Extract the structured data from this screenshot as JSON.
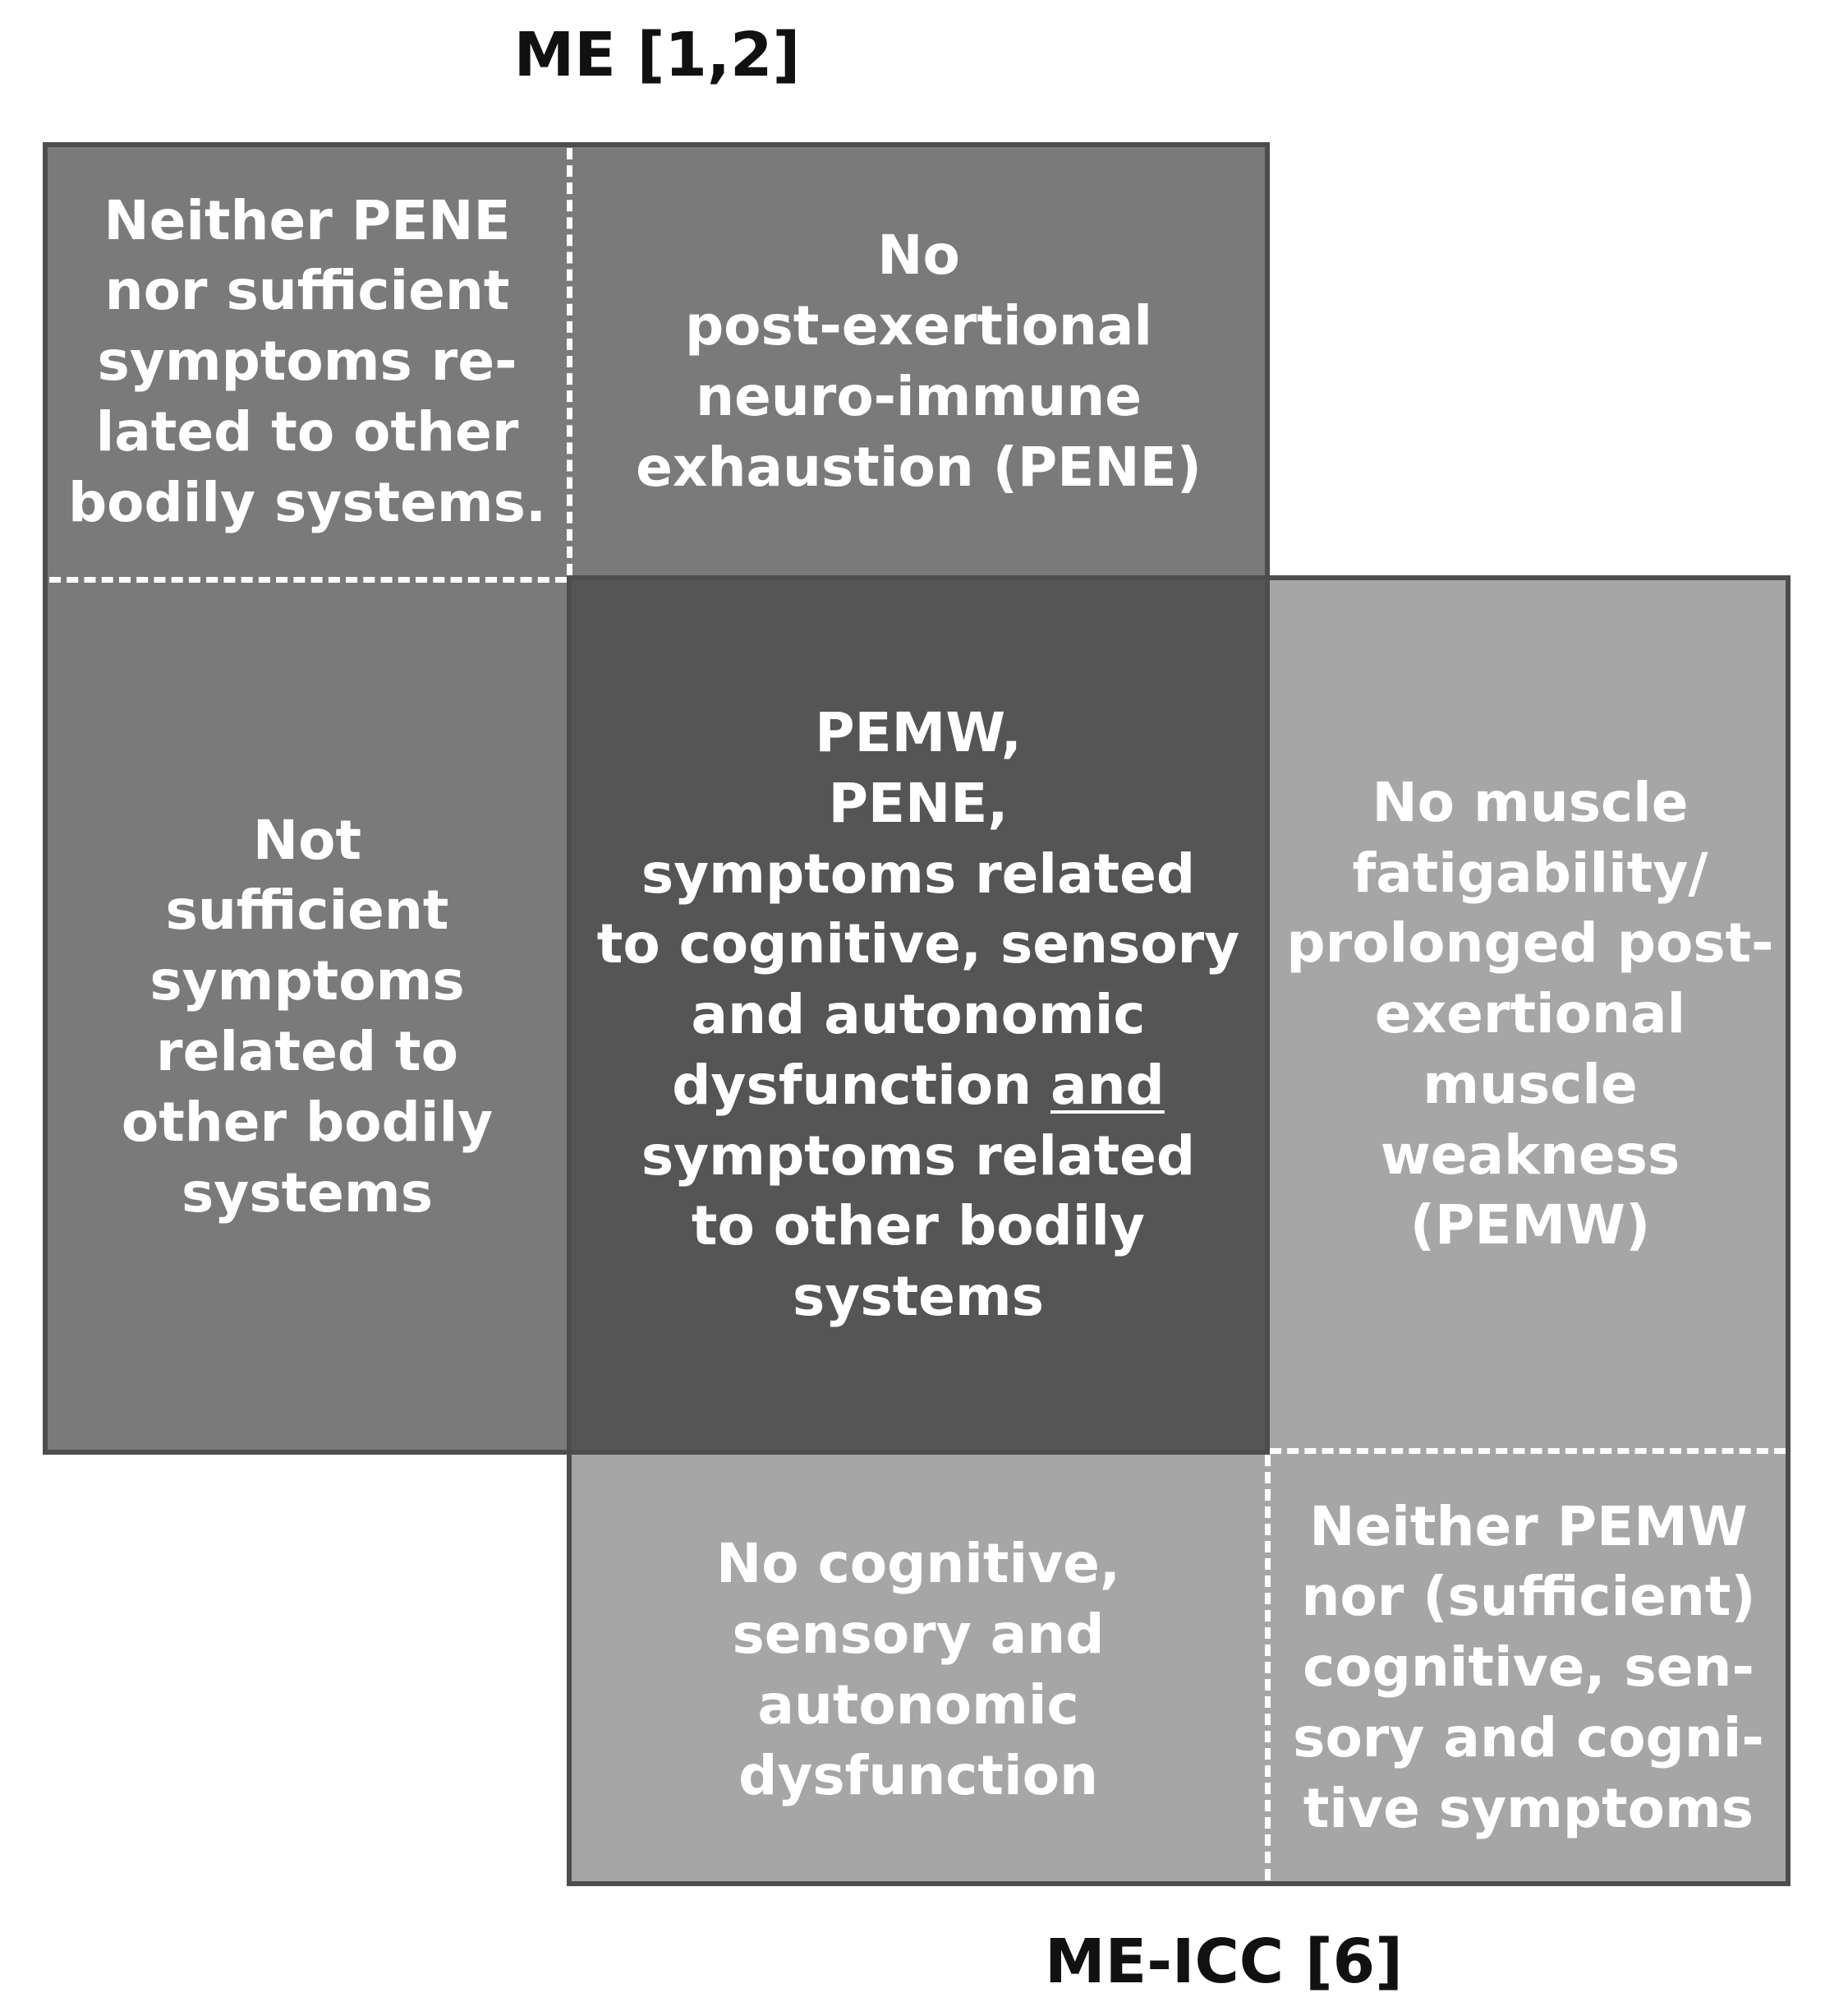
{
  "titles": {
    "me": "ME [1,2]",
    "me_icc": "ME-ICC [6]"
  },
  "cells": {
    "me_top_left": "Neither PENE\nnor sufficient\nsymptoms re-\nlated to other\nbodily systems.",
    "me_top_right": "No\npost-exertional\nneuro-immune\nexhaustion (PENE)",
    "me_left": "Not\nsufficient\nsymptoms\nrelated to\nother bodily\nsystems",
    "center_part1": "PEMW,\nPENE,\nsymptoms related\nto cognitive, sensory\nand autonomic\ndysfunction ",
    "center_and": "and",
    "center_part2": "\nsymptoms related\nto other bodily\nsystems",
    "icc_right": "No muscle\nfatigability/\nprolonged post-\nexertional\nmuscle\nweakness\n(PEMW)",
    "icc_bottom": "No cognitive,\nsensory and\nautonomic\ndysfunction",
    "icc_bottom_right": "Neither PEMW\nnor (sufficient)\ncognitive, sen-\nsory and cogni-\ntive symptoms"
  },
  "colors": {
    "me_fill": "#7a7a7a",
    "icc_fill": "#a6a6a6",
    "overlap_fill": "#555555",
    "border": "#4d4d4d",
    "text": "#ffffff"
  }
}
